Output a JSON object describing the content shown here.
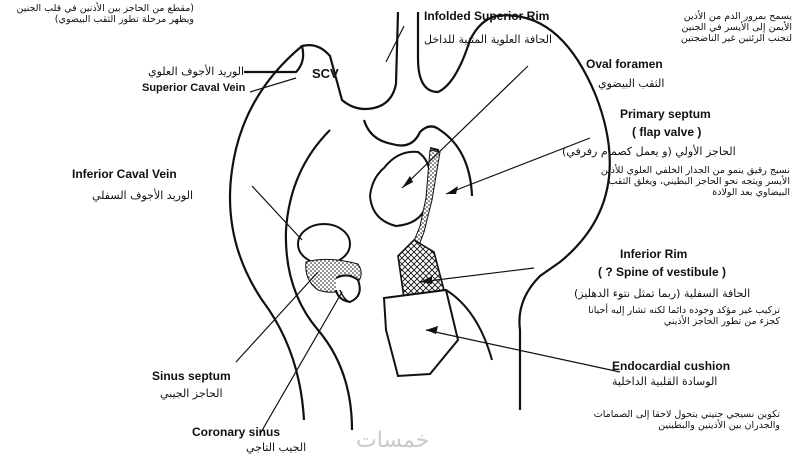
{
  "labels": {
    "top_left_note": "(مقطع من الحاجز بين الأذنين في قلب الجنين ويظهر مرحلة تطور الثقب البيضوي)",
    "svc_abbrev": "SCV",
    "svc_ar": "الوريد الأجوف العلوي",
    "svc_en": "Superior Caval Vein",
    "ivc_en": "Inferior Caval Vein",
    "ivc_ar": "الوريد الأجوف السفلي",
    "sinus_septum_en": "Sinus septum",
    "sinus_septum_ar": "الحاجز الجيبي",
    "coronary_sinus_en": "Coronary sinus",
    "coronary_sinus_ar": "الجيب التاجي",
    "infolded_rim_en": "Infolded Superior Rim",
    "infolded_rim_ar": "الحافة العلوية المثنية للداخل",
    "top_right_note": "يسمح بمرور الدم من الأذين الأيمن إلى الأيسر في الجنين لتجنب الرئتين غير الناضجتين",
    "oval_foramen_en": "Oval foramen",
    "oval_foramen_ar": "الثقب البيضوي",
    "primary_septum_en": "Primary septum",
    "flap_valve_en": "( flap valve )",
    "primary_septum_ar": "الحاجز الأولي (و يعمل كصمام رفرفي)",
    "primary_septum_note": "نسيج رقيق ينمو من الجدار الخلفي العلوي للأذين الأيسر ويتجه نحو الحاجز البطيني، ويغلق الثقب البيضاوي بعد الولادة",
    "inferior_rim_en": "Inferior Rim",
    "spine_vestibule_en": "( ? Spine of vestibule )",
    "inferior_rim_ar": "الحافة السفلية (ربما تمثل نتوء الدهليز)",
    "inferior_rim_note": "تركيب غير مؤكد وجوده دائما لكنه تشار إليه أحيانا كجزء من تطور الحاجز الأذيني",
    "endocardial_en": "Endocardial cushion",
    "endocardial_ar": "الوسادة القلبية الداخلية",
    "endocardial_note": "تكوين نسيجي جنيني يتحول لاحقا إلى الصمامات والجدران بين الأذينين والبطينين",
    "watermark": "خمسات"
  },
  "colors": {
    "ink": "#111111",
    "watermark": "#c9c9c9"
  }
}
